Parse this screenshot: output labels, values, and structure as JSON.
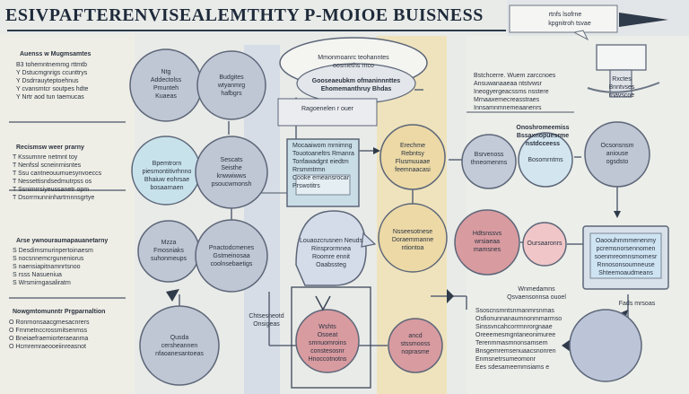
{
  "header": {
    "title": "ESIVPAFTERENVISEALEMTHTY P-MOIOE BUISNESS",
    "top_note_1": "rtnfs lsofrne",
    "top_note_2": "kpgnitroh tsvae"
  },
  "left_column": {
    "block1_title": "Auenss w Mugmsamtes",
    "block1_lines": "B3 tohemntnemmg rttmtb\nY Dstucmgnrigs ccunttrys\nY Dsdrrauyteptoehnus\nY cvansmtcr soutpes hdte\nY Nrtr aod tun taemucas",
    "block2_title": "Recismsw weer prarny",
    "block2_lines": "T Kssumnre netmnt toy\nT Nenfssl scneinrnisntes\nT Ssu cantneouumuesynvoeccs\nT Nessettisndsedmutrpss os\nT Ssnimrrsiyeussanetr opm\nT Dsorrmunninhartrnnnsgrtye",
    "block3_title": "Arse ywnouraumapauanetarny",
    "block3_lines": "S Desdimsmurinpertoinaesm\nS nocsnnemcrguneniorus\nS naensiapitnamnrtsnoo\nS rsss Nasueniua\nS Wrsmirngasaliratm",
    "block4_title": "Nowgmtomunntr Prgparnaltion",
    "block4_lines": "O Ronrnonsaacgmesacnrers\nO Frnmetnccrossmitsenmss\nO Bneiaefraemiorteraeanma\nO Hcmremraeooeiinreasnot"
  },
  "nodes": {
    "c1": "Ntg\nAddectolss\nPmunteh\nKuaeas",
    "c2": "Budgites\nwtyanmrg\nhafbgrs",
    "c3": "Bpemtrorn\npiesmontitivrhnno\nBhaiuw eohrsae\nbosaarnaen",
    "c4": "Sescats\nSeisthe\nknwwiwws\npsoucwmonsh",
    "c5": "Mzza\nFmosniaks\nsuhonmeups",
    "c6": "Pnactodcmenes\nGstmeinosaa\ncoolnsebaetigs",
    "bubble_top": "Mmonmoanrc teohanntes\noosmeths rnco",
    "hub_label": "Gooseaeubkm ofmaninnnttes\nEhomemanthruy Bhdas",
    "rect_label": "Ragoenelen r ouer",
    "panel": "Mocaaiwom mrnimng\nTouotoaneltrs Rmanra\nTonfawadgnt eiedtm\nRrsmmtrmn\nCooke emeansrocar\nPrswotitrs",
    "bubble_mid": "Louaozcrusnen Neuds\nRinsprormnea\nRoomre ennit\nOaabssteg",
    "c7": "Chtsesneotd\nOnsigeas",
    "c8": "Wshts\nOsoeat\nsmnuomroins\nconstesosnr\nHnoccotnotns",
    "c9": "Erechme\nRebntsy\nFlusmuuaae\nfeemnaacasi",
    "c10": "Nsseesotnese\nDoraemmanne\nntiontoa",
    "c11": "ancd\nstssmooss\nnoprasme",
    "c12": "Bsrvenoss\nthneomenms",
    "c13": "Bosomrntms",
    "c14": "Ocsonsnsm\naniouse\nogsdsto",
    "c15": "Hdtsnssvs\nwrsiaeaa\nmamsnes",
    "c16": "Qusda\ncersheannen\nnfaoanesantoeas",
    "c17": "Oursaaronrs"
  },
  "right_column": {
    "block1": "Bstchcerre. Wuem zarccnoes\nAnsuwanaaeaa ntstvwsr\nIneogyergeacssms nsstere\nMrnaaxemecreasstraes\nInnsamnmnemeaanenrs",
    "block2": "Onoshromeemiss\nBssaxnopuesrme\nnstdcceess",
    "machine_label": "Rxctes\nBnntvses\nrnavscoe",
    "screen_label": "Oaoouhmmmenenmy\npcremsnorsennomen\nsoenmreomnsmomesr\nRnnosonsoumneuse\nShteemoaudmeans",
    "note_mid": "Wnmedamns\nQsvaensonnsa ouoel",
    "block3": "Ssoscnsmntsnmanmrsnmas\nOsfionunnanaumnonmmarmso\nSinssvncahcorrmnrorgnaae\nOreeemesmgntaneonimuree\nTerenmmasmnonsamsem\nBnsgemremsenuaacsnonren\nEnmsnetrsumeomonr\nEes sdesameemmsiams e",
    "small_note": "Fads mrsoas"
  }
}
